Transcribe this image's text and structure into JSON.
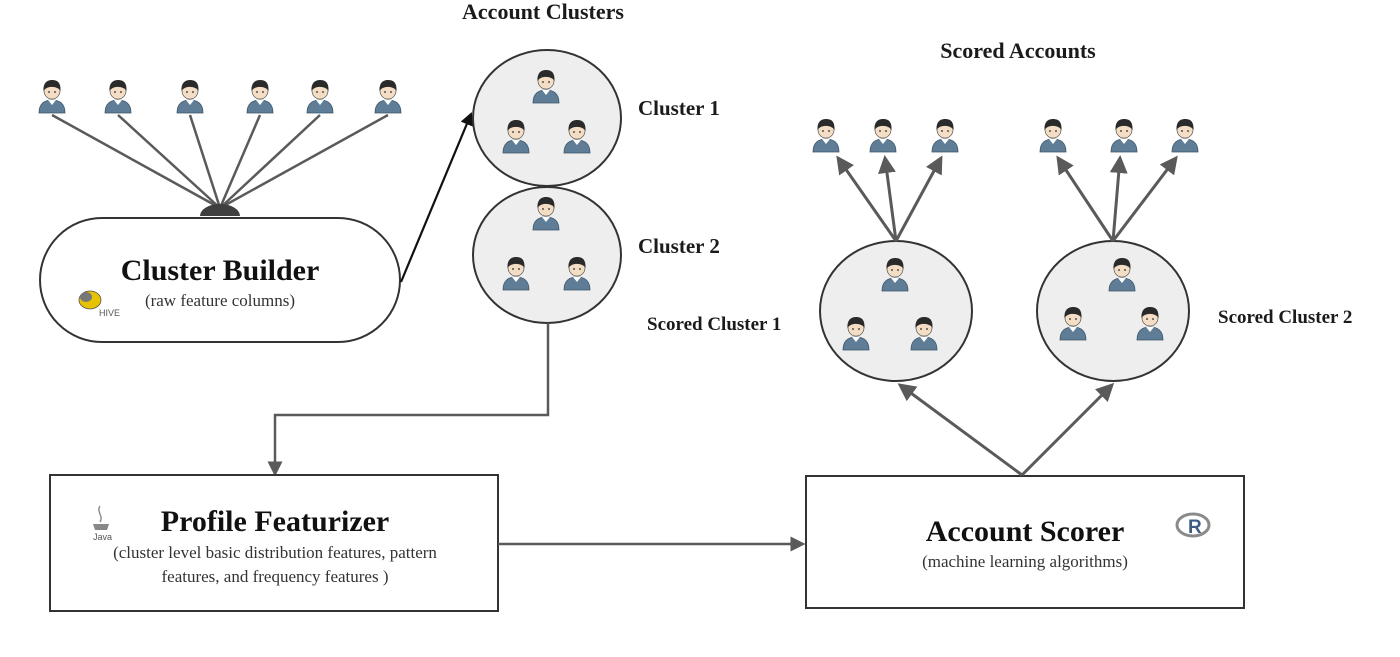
{
  "headings": {
    "account_clusters": "Account Clusters",
    "scored_accounts": "Scored Accounts"
  },
  "cluster_builder": {
    "title": "Cluster Builder",
    "subtitle": "(raw feature columns)",
    "logo_icon": "hive-logo-icon",
    "logo_text": "HIVE"
  },
  "clusters": [
    {
      "label": "Cluster 1"
    },
    {
      "label": "Cluster 2"
    }
  ],
  "scored_clusters": [
    {
      "label": "Scored Cluster 1"
    },
    {
      "label": "Scored Cluster 2"
    }
  ],
  "profile_featurizer": {
    "title": "Profile Featurizer",
    "subtitle_line1": "(cluster level basic distribution features, pattern",
    "subtitle_line2": "features, and frequency features )",
    "logo_icon": "java-logo-icon",
    "logo_text": "Java"
  },
  "account_scorer": {
    "title": "Account Scorer",
    "subtitle": "(machine learning algorithms)",
    "logo_icon": "r-logo-icon",
    "logo_text": "R"
  },
  "colors": {
    "line": "#5a5a5a",
    "circle_fill": "#eeeeee",
    "box_stroke": "#333333",
    "person_body": "#5f7d96",
    "person_face": "#f3ddc4",
    "person_hair": "#2a2a2a"
  }
}
